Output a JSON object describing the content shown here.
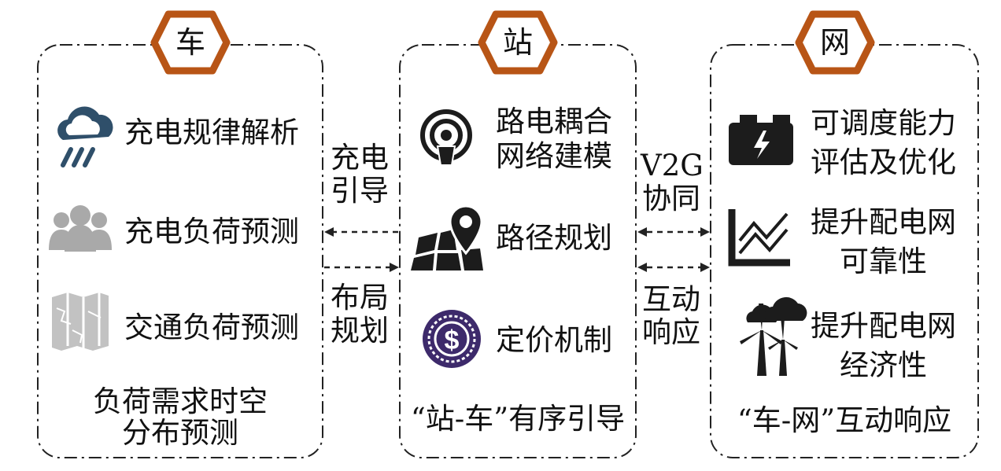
{
  "columns": {
    "vehicle": {
      "header": "车",
      "items": [
        "充电规律解析",
        "充电负荷预测",
        "交通负荷预测"
      ],
      "footer": [
        "负荷需求时空",
        "分布预测"
      ]
    },
    "station": {
      "header": "站",
      "items": [
        [
          "路电耦合",
          "网络建模"
        ],
        [
          "路径规划"
        ],
        [
          "定价机制"
        ]
      ],
      "footer": "“站-车”有序引导"
    },
    "grid": {
      "header": "网",
      "items": [
        [
          "可调度能力",
          "评估及优化"
        ],
        [
          "提升配电网",
          "可靠性"
        ],
        [
          "提升配电网",
          "经济性"
        ]
      ],
      "footer": "“车-网”互动响应"
    }
  },
  "links": {
    "charging_guide": [
      "充电",
      "引导"
    ],
    "layout_plan": [
      "布局",
      "规划"
    ],
    "v2g": [
      "V2G",
      "协同"
    ],
    "interaction": [
      "互动",
      "响应"
    ]
  },
  "colors": {
    "hex_border": "#b85516",
    "frame": "#222222",
    "icon_dark": "#1c1c1c",
    "icon_gray": "#a9a9a9",
    "icon_light": "#c2c2c2",
    "icon_blue": "#2f4f6a",
    "icon_purple": "#3d2a6b"
  },
  "icons": [
    "cloud-rain-icon",
    "user-group-icon",
    "folded-map-icon",
    "broadcast-signal-icon",
    "map-pin-icon",
    "dollar-coin-icon",
    "battery-icon",
    "line-chart-icon",
    "wind-turbine-icon"
  ]
}
